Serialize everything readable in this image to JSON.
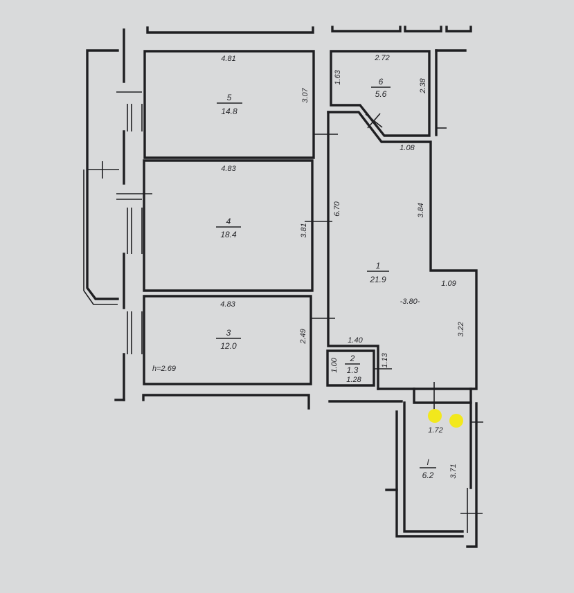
{
  "rooms": [
    {
      "number": "5",
      "area": "14.8"
    },
    {
      "number": "4",
      "area": "18.4"
    },
    {
      "number": "3",
      "area": "12.0"
    },
    {
      "number": "6",
      "area": "5.6"
    },
    {
      "number": "1",
      "area": "21.9"
    },
    {
      "number": "2",
      "area": "1.3"
    },
    {
      "number": "I",
      "area": "6.2"
    }
  ],
  "dimensions": {
    "r5_width": "4.81",
    "r5_depth": "3.07",
    "r4_width": "4.83",
    "r4_depth": "3.81",
    "r3_width": "4.83",
    "r3_depth": "2.49",
    "r6_width": "2.72",
    "r6_left": "1.63",
    "r6_right": "2.38",
    "r1_notch": "1.08",
    "r1_upper": "3.84",
    "r1_long": "6.70",
    "r1_step": "1.09",
    "r1_lower": "3.22",
    "r1_bottom": "1.40",
    "r2_left": "1.00",
    "r2_right": "1.13",
    "r2_width": "1.28",
    "lobby_width": "1.72",
    "lobby_depth": "3.71"
  },
  "ceiling_height": "h=2.69",
  "level_mark": "-3.80-",
  "marker_color": "#f2e81c"
}
